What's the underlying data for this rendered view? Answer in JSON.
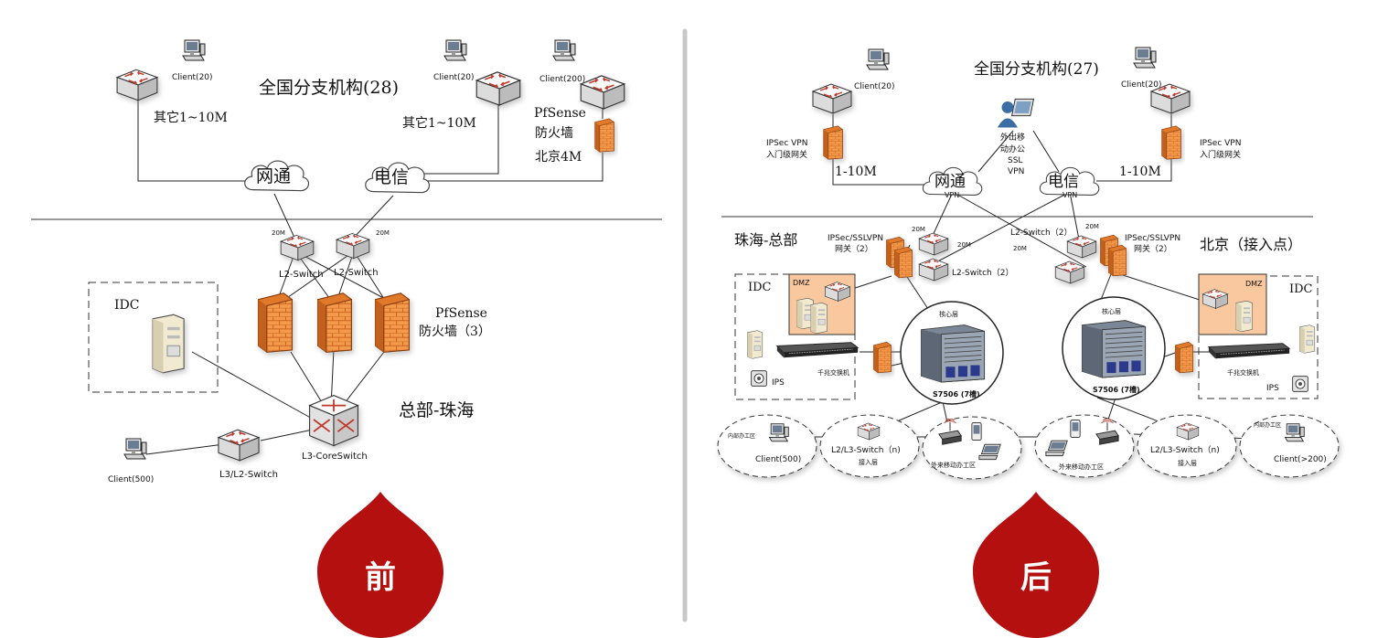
{
  "colors": {
    "badge": "#b3100f",
    "divider": "#c8c8c8",
    "firewall": "#f39a4b",
    "dmz_fill": "#f9c89f"
  },
  "icons": [
    "switch-icon",
    "client-computer-icon",
    "cloud-icon",
    "firewall-icon",
    "server-icon",
    "core-switch-icon",
    "rack-switch-icon",
    "chassis-icon",
    "mobile-phone-icon",
    "laptop-icon",
    "access-point-icon",
    "ips-icon",
    "vpn-user-icon"
  ],
  "before": {
    "region_title": "全国分支机构(28)",
    "clients": {
      "left": "Client(20)",
      "mid": "Client(20)",
      "right": "Client(200)",
      "hq": "Client(500)"
    },
    "links": {
      "other_left": "其它1~10M",
      "other_mid": "其它1~10M",
      "beijing": "北京4M"
    },
    "pfsense_top": {
      "l1": "PfSense",
      "l2": "防火墙"
    },
    "clouds": {
      "netcom": "网通",
      "telecom": "电信"
    },
    "speeds": {
      "a": "20M",
      "b": "20M"
    },
    "l2_switch_a": "L2-Switch",
    "l2_switch_b": "L2-Switch",
    "idc": "IDC",
    "pfsense_hq": {
      "l1": "PfSense",
      "l2": "防火墙（3）"
    },
    "hq_title": "总部-珠海",
    "core_switch": "L3-CoreSwitch",
    "l3l2_switch": "L3/L2-Switch",
    "badge": "前"
  },
  "after": {
    "region_title": "全国分支机构(27)",
    "clients": {
      "left": "Client(20)",
      "right": "Client(20)"
    },
    "ipsec_left": {
      "l1": "IPSec VPN",
      "l2": "入门级网关"
    },
    "ipsec_right": {
      "l1": "IPSec VPN",
      "l2": "入门级网关"
    },
    "mobile_vpn": {
      "l1": "外出移",
      "l2": "动办公",
      "l3": "SSL",
      "l4": "VPN"
    },
    "links": {
      "left": "1-10M",
      "right": "1-10M"
    },
    "clouds": {
      "netcom": "网通",
      "netcom_sub": "VPN",
      "telecom": "电信",
      "telecom_sub": "VPN"
    },
    "zhuhai_title": "珠海-总部",
    "beijing_title": "北京（接入点）",
    "gw_left": {
      "l1": "IPSec/SSLVPN",
      "l2": "网关（2）"
    },
    "gw_right": {
      "l1": "IPSec/SSLVPN",
      "l2": "网关（2）"
    },
    "speeds": {
      "a": "20M",
      "b": "20M",
      "c": "20M",
      "d": "20M"
    },
    "l2_switch_left": "L2-Switch（2）",
    "l2_switch_mid": "L2-Switch（2）",
    "idc_left": "IDC",
    "idc_right": "IDC",
    "dmz_left": "DMZ",
    "dmz_right": "DMZ",
    "ips_left": "IPS",
    "ips_right": "IPS",
    "gig_switch_left": "千兆交换机",
    "gig_switch_right": "千兆交换机",
    "core_layer_left": "核心层",
    "core_layer_right": "核心层",
    "s7506_left": "S7506 (7槽)",
    "s7506_right": "S7506 (7槽)",
    "office_left": "内部办工区",
    "client_500": "Client(500)",
    "access_switch_left": "L2/L3-Switch（n)",
    "access_layer_left": "接入层",
    "mobile_area_left": "外来移动办工区",
    "mobile_area_right": "外来移动办工区",
    "access_switch_right": "L2/L3-Switch（n)",
    "access_layer_right": "接入层",
    "office_right": "内部办工区",
    "client_200": "Client(>200)",
    "badge": "后"
  }
}
